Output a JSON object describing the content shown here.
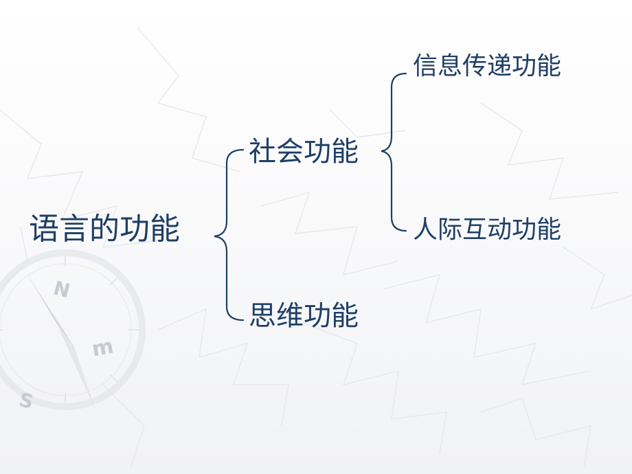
{
  "diagram": {
    "root": "语言的功能",
    "children": [
      {
        "label": "社会功能",
        "children": [
          "信息传递功能",
          "人际互动功能"
        ]
      },
      {
        "label": "思维功能"
      }
    ]
  },
  "decoration": {
    "watermark": "compass",
    "compass_letters": [
      "N",
      "m",
      "S"
    ]
  }
}
